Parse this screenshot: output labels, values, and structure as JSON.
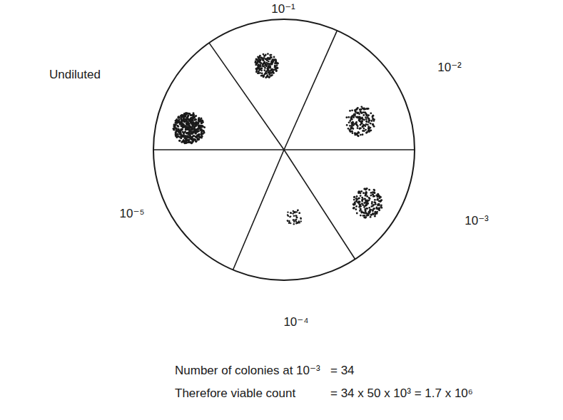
{
  "diagram": {
    "labels": [
      "10⁻¹",
      "10⁻²",
      "Undiluted",
      "10⁻³",
      "10⁻⁵",
      "10⁻⁴",
      "Number of colonies at 10⁻³",
      "= 34",
      "Therefore viable count",
      "= 34 x 50 x 10³ = 1.7 x 10⁶"
    ]
  }
}
